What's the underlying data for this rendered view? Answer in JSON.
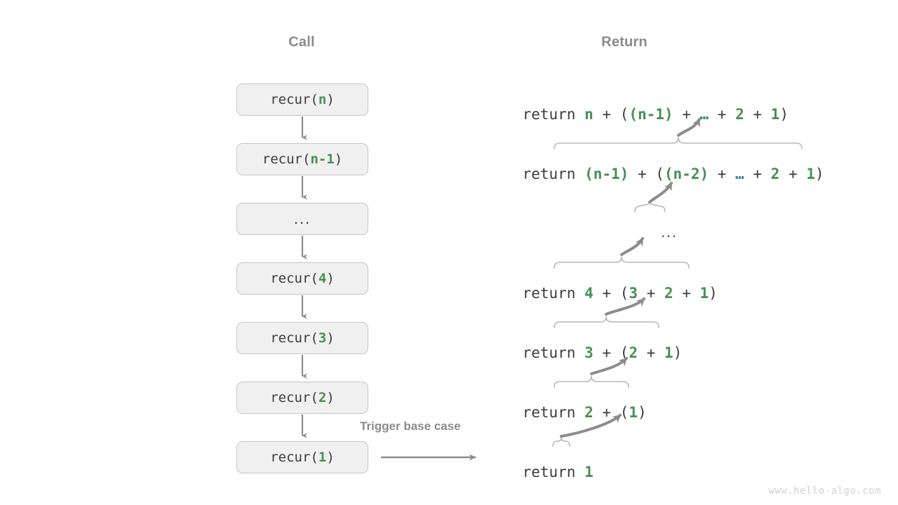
{
  "headings": {
    "call": "Call",
    "return": "Return"
  },
  "colors": {
    "green": "#44914f",
    "teal": "#2a8a82",
    "box_fill": "#f0f0f0",
    "box_border": "#c6c6c6",
    "arrow": "#8c8c8c",
    "text": "#3c3c3c",
    "muted": "#8c8c8c",
    "watermark": "#d2d2d2",
    "background": "#ffffff"
  },
  "call_stack": [
    {
      "prefix": "recur(",
      "arg": "n",
      "suffix": ")",
      "is_ellipsis": false
    },
    {
      "prefix": "recur(",
      "arg": "n-1",
      "suffix": ")",
      "is_ellipsis": false
    },
    {
      "prefix": "",
      "arg": "...",
      "suffix": "",
      "is_ellipsis": true
    },
    {
      "prefix": "recur(",
      "arg": "4",
      "suffix": ")",
      "is_ellipsis": false
    },
    {
      "prefix": "recur(",
      "arg": "3",
      "suffix": ")",
      "is_ellipsis": false
    },
    {
      "prefix": "recur(",
      "arg": "2",
      "suffix": ")",
      "is_ellipsis": false
    },
    {
      "prefix": "recur(",
      "arg": "1",
      "suffix": ")",
      "is_ellipsis": false
    }
  ],
  "returns": [
    {
      "keyword": "return",
      "expression": "n + ((n-1) + … + 2 + 1)",
      "is_ellipsis_row": false
    },
    {
      "keyword": "return",
      "expression": "(n-1) + ((n-2) + … + 2 + 1)",
      "is_ellipsis_row": false
    },
    {
      "keyword": "",
      "expression": "...",
      "is_ellipsis_row": true
    },
    {
      "keyword": "return",
      "expression": "4 + (3 + 2 + 1)",
      "is_ellipsis_row": false
    },
    {
      "keyword": "return",
      "expression": "3 + (2 + 1)",
      "is_ellipsis_row": false
    },
    {
      "keyword": "return",
      "expression": "2 + (1)",
      "is_ellipsis_row": false
    },
    {
      "keyword": "return",
      "expression": "1",
      "is_ellipsis_row": false
    }
  ],
  "annotations": {
    "trigger_base_case": "Trigger base case"
  },
  "watermark": "www.hello-algo.com"
}
